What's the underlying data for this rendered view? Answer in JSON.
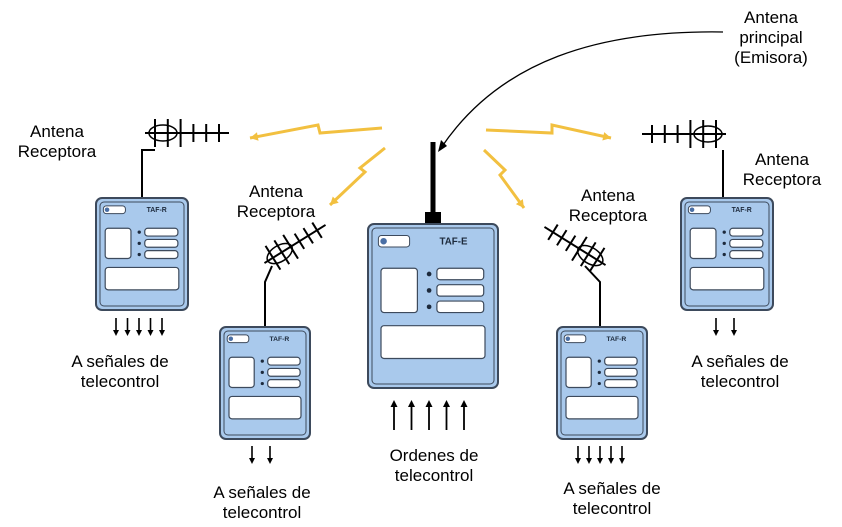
{
  "labels": {
    "main_antenna": [
      "Antena",
      "principal",
      "(Emisora)"
    ],
    "rx_top_left": [
      "Antena",
      "Receptora"
    ],
    "rx_inner_left": [
      "Antena",
      "Receptora"
    ],
    "rx_inner_right": [
      "Antena",
      "Receptora"
    ],
    "rx_top_right": [
      "Antena",
      "Receptora"
    ],
    "out_left": [
      "A señales de",
      "telecontrol"
    ],
    "out_inner_left": [
      "A señales de",
      "telecontrol"
    ],
    "out_center": [
      "Ordenes de",
      "telecontrol"
    ],
    "out_inner_right": [
      "A señales de",
      "telecontrol"
    ],
    "out_right": [
      "A señales de",
      "telecontrol"
    ]
  },
  "devices": {
    "main": {
      "model": "TAF-E"
    },
    "remote": {
      "model": "TAF-R"
    }
  },
  "colors": {
    "device_fill": "#a9c9ec",
    "device_stroke": "#3d4a5c",
    "signal": "#f2c040",
    "line": "#000000"
  }
}
